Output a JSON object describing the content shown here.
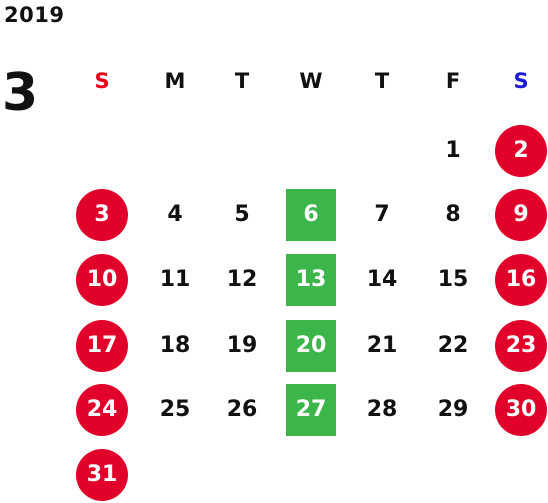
{
  "header": {
    "year": "2019",
    "month": "3"
  },
  "weekdays": [
    {
      "label": "S",
      "kind": "sun"
    },
    {
      "label": "M",
      "kind": "weekday"
    },
    {
      "label": "T",
      "kind": "weekday"
    },
    {
      "label": "W",
      "kind": "weekday"
    },
    {
      "label": "T",
      "kind": "weekday"
    },
    {
      "label": "F",
      "kind": "weekday"
    },
    {
      "label": "S",
      "kind": "sat"
    }
  ],
  "colors": {
    "holiday_fill": "#e0002a",
    "highlight_fill": "#3cb54a",
    "sunday_text": "#e8001c",
    "saturday_text": "#1a1ad6"
  },
  "weeks": [
    [
      "",
      "",
      "",
      "",
      "",
      "1",
      "2"
    ],
    [
      "3",
      "4",
      "5",
      "6",
      "7",
      "8",
      "9"
    ],
    [
      "10",
      "11",
      "12",
      "13",
      "14",
      "15",
      "16"
    ],
    [
      "17",
      "18",
      "19",
      "20",
      "21",
      "22",
      "23"
    ],
    [
      "24",
      "25",
      "26",
      "27",
      "28",
      "29",
      "30"
    ],
    [
      "31",
      "",
      "",
      "",
      "",
      "",
      ""
    ]
  ],
  "holiday_days": [
    "2",
    "3",
    "9",
    "10",
    "16",
    "17",
    "23",
    "24",
    "30",
    "31"
  ],
  "highlight_days": [
    "6",
    "13",
    "20",
    "27"
  ]
}
